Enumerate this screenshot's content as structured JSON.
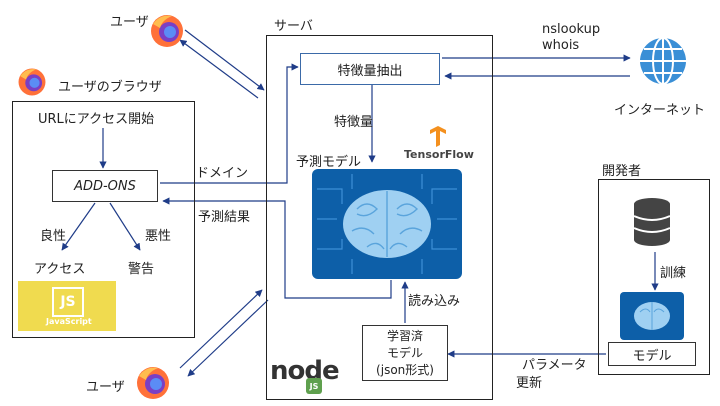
{
  "labels": {
    "user_top": "ユーザ",
    "user_bottom": "ユーザ",
    "user_browser": "ユーザのブラウザ",
    "url_access_start": "URLにアクセス開始",
    "add_ons": "ADD-ONS",
    "benign": "良性",
    "malicious": "悪性",
    "access": "アクセス",
    "warning": "警告",
    "javascript_js": "JS",
    "javascript_text": "JavaScript",
    "server": "サーバ",
    "feature_extraction": "特徴量抽出",
    "features": "特徴量",
    "prediction_model": "予測モデル",
    "tensorflow": "TensorFlow",
    "domain": "ドメイン",
    "prediction_result": "予測結果",
    "load": "読み込み",
    "trained_model_line1": "学習済",
    "trained_model_line2": "モデル",
    "trained_model_line3": "(json形式)",
    "node_brand": "node",
    "node_js": "JS",
    "nslookup": "nslookup",
    "whois": "whois",
    "internet": "インターネット",
    "developer": "開発者",
    "training": "訓練",
    "model": "モデル",
    "parameter_update_line1": "パラメータ",
    "parameter_update_line2": "更新"
  },
  "colors": {
    "line": "#1f3c88",
    "box_border": "#222222",
    "feature_box_border": "#3b6aa8",
    "brain_bg": "#0d5fa8",
    "brain_fill": "#9fd0f2",
    "tensorflow_orange": "#f4901e",
    "js_yellow": "#f0db4f",
    "node_green": "#5fa04e",
    "globe_blue": "#3a8fd6",
    "firefox_orange": "#ff7139",
    "firefox_purple": "#7a3fc4"
  },
  "icons": {
    "user_top": "firefox-icon",
    "user_bottom": "firefox-icon",
    "browser": "firefox-icon",
    "internet": "globe-icon",
    "database": "database-icon",
    "model_brain": "brain-chip-icon",
    "tensorflow": "tensorflow-logo-icon",
    "javascript": "javascript-logo-icon",
    "nodejs": "nodejs-logo-icon"
  }
}
